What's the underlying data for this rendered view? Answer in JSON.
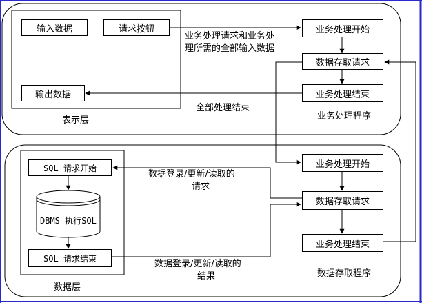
{
  "colors": {
    "frame_blue": "#2a2acc",
    "line": "#000000",
    "background": "#ffffff"
  },
  "presentation_layer": {
    "label": "表示层",
    "input_box": "输入数据",
    "request_button_box": "请求按钮",
    "output_box": "输出数据"
  },
  "business_program": {
    "label": "业务处理程序",
    "start": "业务处理开始",
    "access_request": "数据存取请求",
    "end": "业务处理结束"
  },
  "data_layer": {
    "label": "数据层",
    "sql_start": "SQL 请求开始",
    "dbms": "DBMS 执行SQL",
    "sql_end": "SQL 请求结束"
  },
  "data_access_program": {
    "label": "数据存取程序",
    "start": "业务处理开始",
    "access_request": "数据存取请求",
    "end": "业务处理结束"
  },
  "edges": {
    "request_line1": "业务处理请求和业务处",
    "request_line2": "理所需的全部输入数据",
    "all_done": "全部处理结束",
    "db_request_line1": "数据登录/更新/读取的",
    "db_request_line2": "请求",
    "db_result_line1": "数据登录/更新/读取的",
    "db_result_line2": "结果"
  }
}
